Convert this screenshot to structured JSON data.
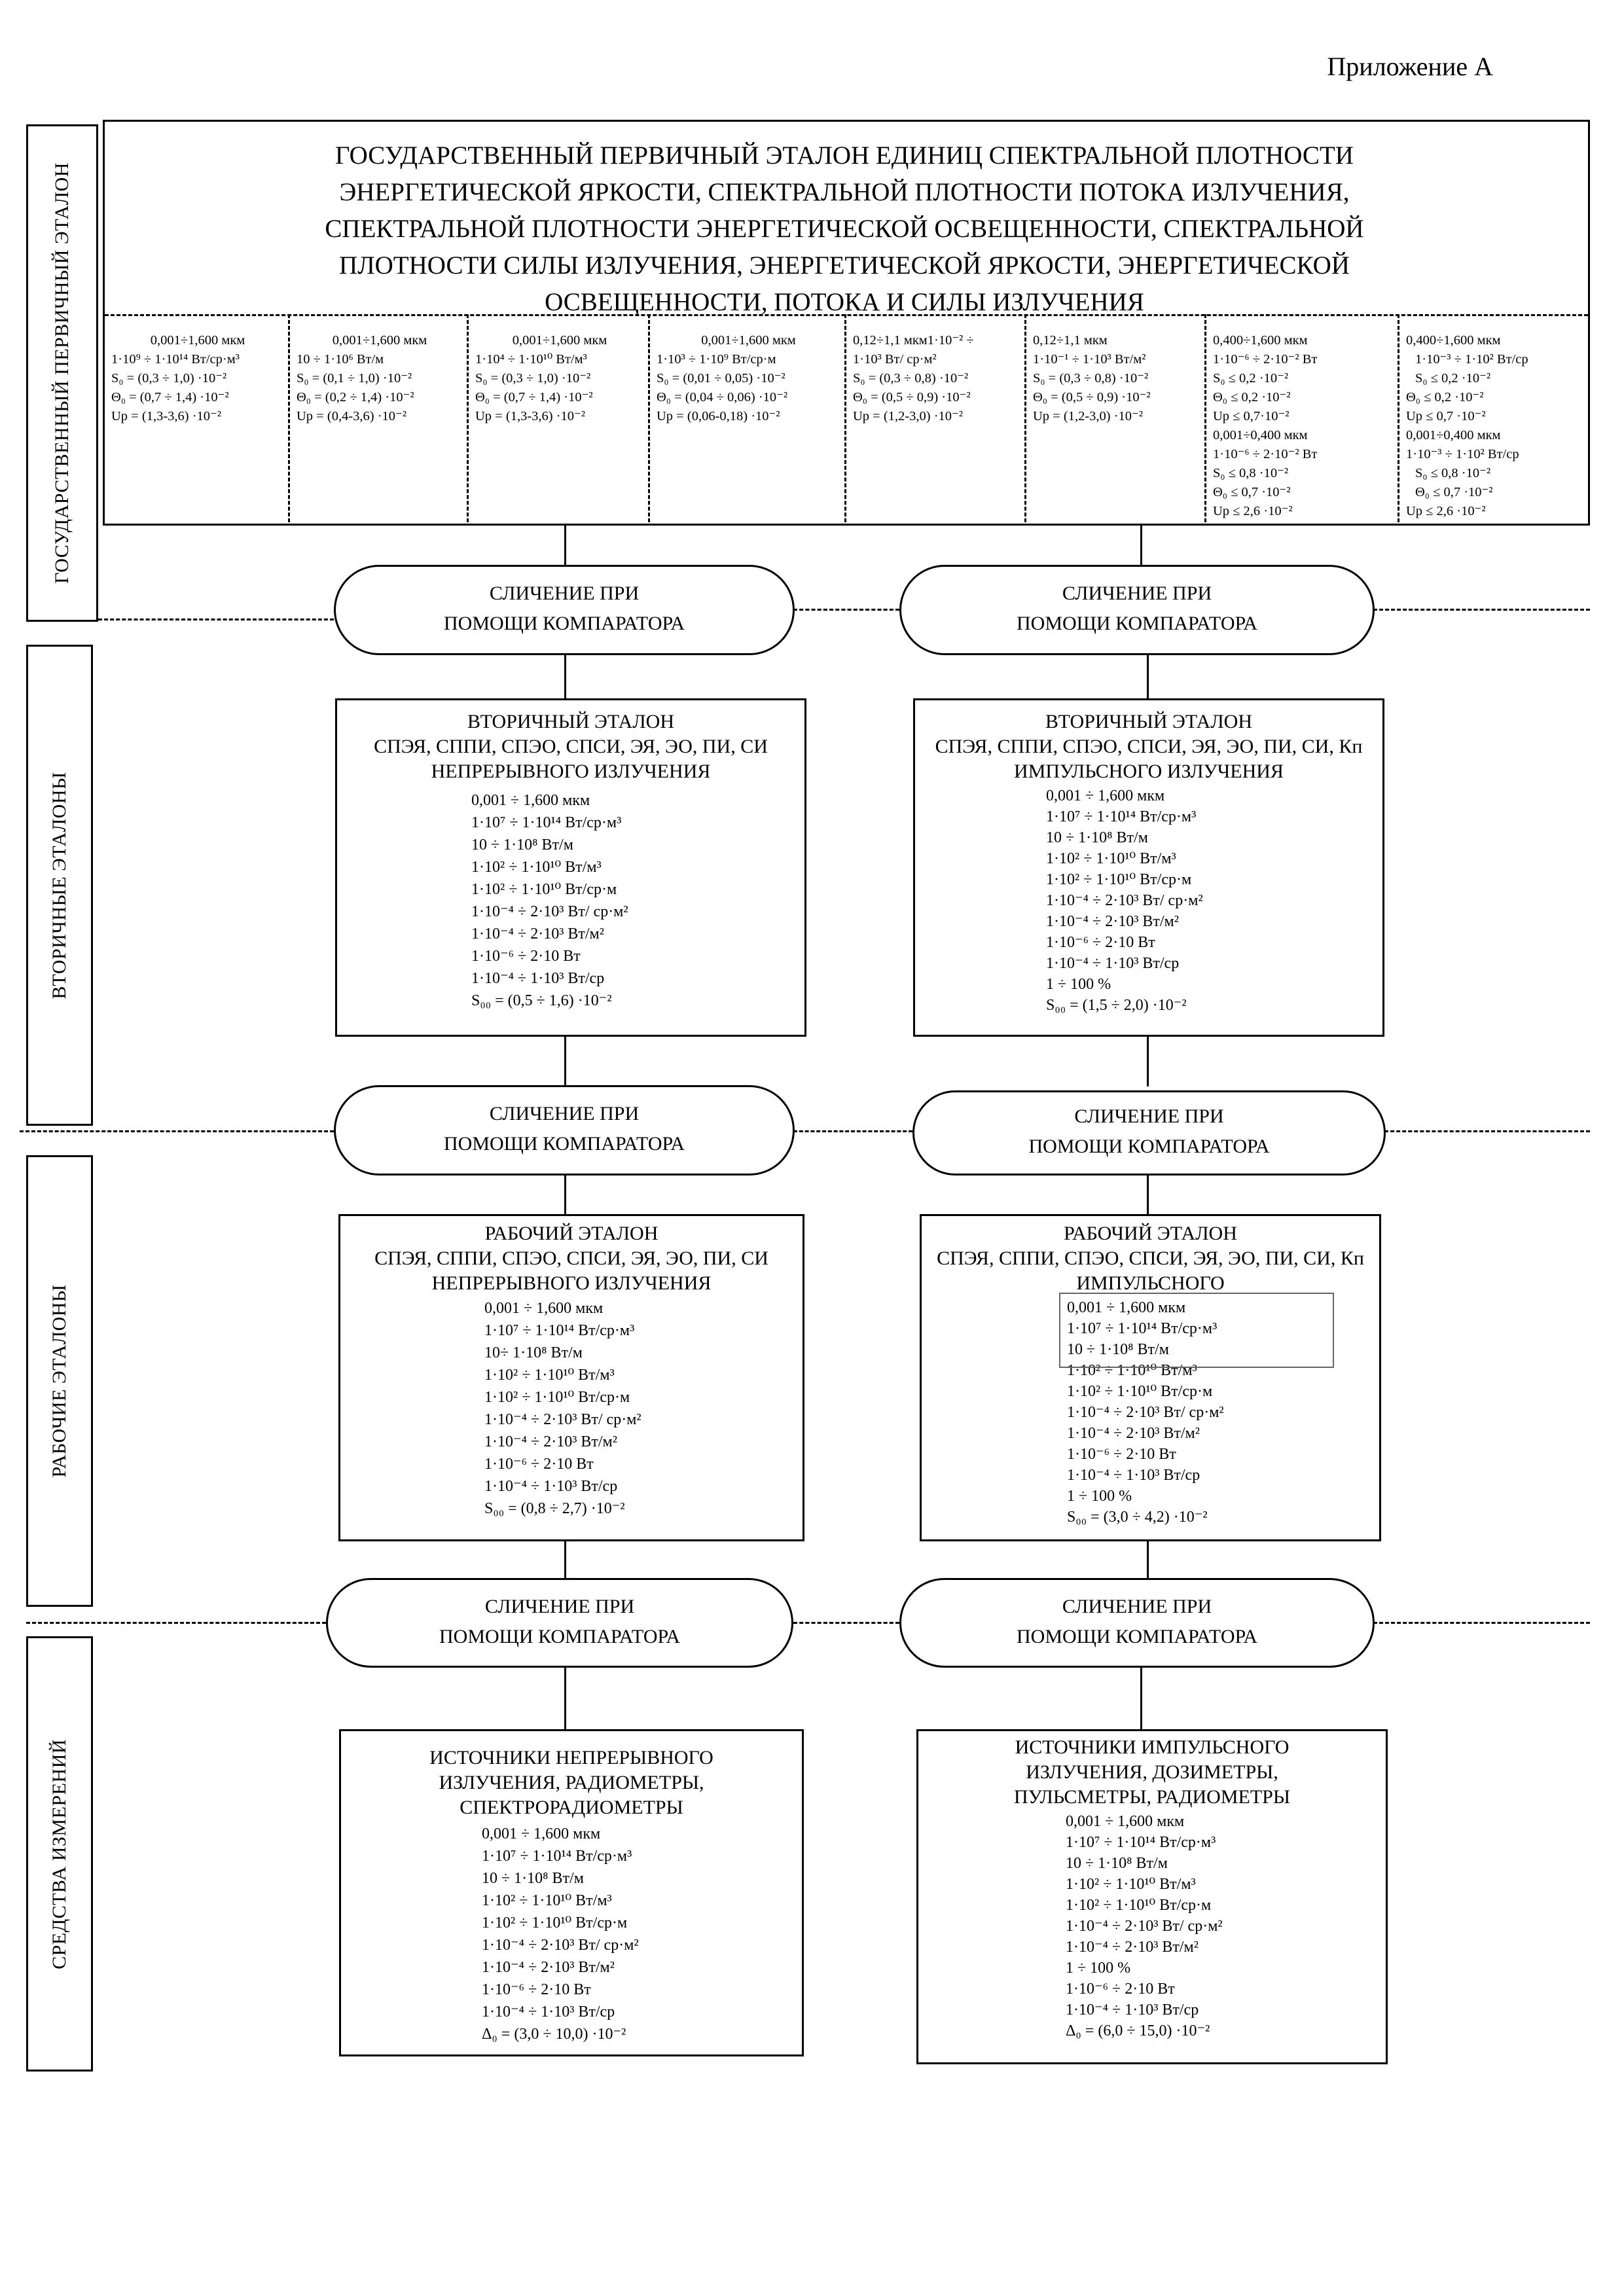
{
  "appendix": "Приложение А",
  "side_labels": {
    "primary": "ГОСУДАРСТВЕННЫЙ ПЕРВИЧНЫЙ ЭТАЛОН",
    "secondary": "ВТОРИЧНЫЕ ЭТАЛОНЫ",
    "working": "РАБОЧИЕ ЭТАЛОНЫ",
    "instruments": "СРЕДСТВА ИЗМЕРЕНИЙ"
  },
  "primary": {
    "title_lines": [
      "ГОСУДАРСТВЕННЫЙ ПЕРВИЧНЫЙ ЭТАЛОН ЕДИНИЦ СПЕКТРАЛЬНОЙ ПЛОТНОСТИ",
      "ЭНЕРГЕТИЧЕСКОЙ ЯРКОСТИ, СПЕКТРАЛЬНОЙ ПЛОТНОСТИ ПОТОКА ИЗЛУЧЕНИЯ,",
      "СПЕКТРАЛЬНОЙ ПЛОТНОСТИ ЭНЕРГЕТИЧЕСКОЙ ОСВЕЩЕННОСТИ, СПЕКТРАЛЬНОЙ",
      "ПЛОТНОСТИ СИЛЫ ИЗЛУЧЕНИЯ, ЭНЕРГЕТИЧЕСКОЙ ЯРКОСТИ, ЭНЕРГЕТИЧЕСКОЙ",
      "ОСВЕЩЕННОСТИ, ПОТОКА И СИЛЫ ИЗЛУЧЕНИЯ"
    ],
    "columns": [
      {
        "range": "0,001÷1,600 мкм",
        "unit": "1·10⁹ ÷ 1·10¹⁴ Вт/ср·м³",
        "s": "S₀ = (0,3 ÷ 1,0) ·10⁻²",
        "theta": "Θ₀ = (0,7 ÷ 1,4) ·10⁻²",
        "up": "Up = (1,3-3,6) ·10⁻²"
      },
      {
        "range": "0,001÷1,600 мкм",
        "unit": "10 ÷ 1·10⁶ Вт/м",
        "s": "S₀ = (0,1 ÷ 1,0) ·10⁻²",
        "theta": "Θ₀ = (0,2 ÷ 1,4) ·10⁻²",
        "up": "Up = (0,4-3,6) ·10⁻²"
      },
      {
        "range": "0,001÷1,600 мкм",
        "unit": "1·10⁴ ÷ 1·10¹⁰ Вт/м³",
        "s": "S₀ = (0,3 ÷ 1,0) ·10⁻²",
        "theta": "Θ₀ = (0,7 ÷ 1,4) ·10⁻²",
        "up": "Up = (1,3-3,6) ·10⁻²"
      },
      {
        "range": "0,001÷1,600 мкм",
        "unit": "1·10³ ÷ 1·10⁹ Вт/ср·м",
        "s": "S₀ = (0,01 ÷ 0,05) ·10⁻²",
        "theta": "Θ₀ = (0,04 ÷ 0,06) ·10⁻²",
        "up": "Up = (0,06-0,18) ·10⁻²"
      },
      {
        "range": "0,12÷1,1 мкм1·10⁻² ÷",
        "unit": "1·10³ Вт/ ср·м²",
        "s": "S₀ = (0,3 ÷ 0,8) ·10⁻²",
        "theta": "Θ₀ = (0,5 ÷ 0,9) ·10⁻²",
        "up": "Up = (1,2-3,0) ·10⁻²"
      },
      {
        "range": "0,12÷1,1 мкм",
        "unit": "1·10⁻¹ ÷ 1·10³ Вт/м²",
        "s": "S₀ = (0,3 ÷ 0,8) ·10⁻²",
        "theta": "Θ₀ = (0,5 ÷ 0,9) ·10⁻²",
        "up": "Up = (1,2-3,0) ·10⁻²"
      },
      {
        "range": "0,400÷1,600 мкм",
        "unit": "1·10⁻⁶ ÷ 2·10⁻² Вт",
        "s": "S₀ ≤ 0,2 ·10⁻²",
        "theta": "Θ₀ ≤ 0,2 ·10⁻²",
        "up": "Up ≤ 0,7·10⁻²",
        "range2": "0,001÷0,400 мкм",
        "unit2": "1·10⁻⁶ ÷ 2·10⁻² Вт",
        "s2": "S₀ ≤ 0,8 ·10⁻²",
        "theta2": "Θ₀ ≤ 0,7 ·10⁻²",
        "up2": "Up ≤ 2,6 ·10⁻²"
      },
      {
        "range": "0,400÷1,600 мкм",
        "unit": "1·10⁻³ ÷ 1·10² Вт/ср",
        "s": "S₀ ≤ 0,2 ·10⁻²",
        "theta": "Θ₀ ≤ 0,2 ·10⁻²",
        "up": "Up ≤ 0,7 ·10⁻²",
        "range2": "0,001÷0,400 мкм",
        "unit2": "1·10⁻³ ÷ 1·10² Вт/ср",
        "s2": "S₀ ≤ 0,8 ·10⁻²",
        "theta2": "Θ₀ ≤ 0,7 ·10⁻²",
        "up2": "Up ≤ 2,6 ·10⁻²"
      }
    ]
  },
  "comparator": [
    "СЛИЧЕНИЕ ПРИ",
    "ПОМОЩИ КОМПАРАТОРА"
  ],
  "secondary_cont": {
    "title": [
      "ВТОРИЧНЫЙ ЭТАЛОН",
      "СПЭЯ, СППИ, СПЭО, СПСИ, ЭЯ, ЭО, ПИ, СИ",
      "НЕПРЕРЫВНОГО ИЗЛУЧЕНИЯ"
    ],
    "values": [
      "0,001 ÷ 1,600 мкм",
      "1·10⁷ ÷ 1·10¹⁴ Вт/ср·м³",
      "10 ÷ 1·10⁸ Вт/м",
      "1·10² ÷ 1·10¹⁰ Вт/м³",
      "1·10² ÷ 1·10¹⁰ Вт/ср·м",
      "1·10⁻⁴ ÷ 2·10³ Вт/ ср·м²",
      "1·10⁻⁴ ÷ 2·10³ Вт/м²",
      "1·10⁻⁶ ÷ 2·10 Вт",
      "1·10⁻⁴ ÷ 1·10³ Вт/ср",
      "S₀₀ = (0,5 ÷ 1,6) ·10⁻²"
    ]
  },
  "secondary_pulse": {
    "title": [
      "ВТОРИЧНЫЙ ЭТАЛОН",
      "СПЭЯ, СППИ, СПЭО, СПСИ, ЭЯ, ЭО, ПИ, СИ, Кп",
      "ИМПУЛЬСНОГО ИЗЛУЧЕНИЯ"
    ],
    "values": [
      "0,001 ÷ 1,600 мкм",
      "1·10⁷ ÷ 1·10¹⁴ Вт/ср·м³",
      "10 ÷ 1·10⁸ Вт/м",
      "1·10² ÷ 1·10¹⁰ Вт/м³",
      "1·10² ÷ 1·10¹⁰ Вт/ср·м",
      "1·10⁻⁴ ÷ 2·10³ Вт/ ср·м²",
      "1·10⁻⁴ ÷ 2·10³ Вт/м²",
      "1·10⁻⁶ ÷ 2·10 Вт",
      "1·10⁻⁴ ÷ 1·10³ Вт/ср",
      "1 ÷ 100 %",
      "S₀₀ = (1,5 ÷ 2,0) ·10⁻²"
    ]
  },
  "working_cont": {
    "title": [
      "РАБОЧИЙ ЭТАЛОН",
      "СПЭЯ, СППИ, СПЭО, СПСИ, ЭЯ, ЭО, ПИ, СИ",
      "НЕПРЕРЫВНОГО ИЗЛУЧЕНИЯ"
    ],
    "values": [
      "0,001 ÷ 1,600 мкм",
      "1·10⁷ ÷ 1·10¹⁴ Вт/ср·м³",
      "10÷ 1·10⁸ Вт/м",
      "1·10² ÷ 1·10¹⁰ Вт/м³",
      "1·10² ÷ 1·10¹⁰ Вт/ср·м",
      "1·10⁻⁴ ÷ 2·10³ Вт/ ср·м²",
      "1·10⁻⁴ ÷ 2·10³ Вт/м²",
      "1·10⁻⁶ ÷ 2·10 Вт",
      "1·10⁻⁴ ÷ 1·10³ Вт/ср",
      "S₀₀ = (0,8 ÷ 2,7) ·10⁻²"
    ]
  },
  "working_pulse": {
    "title": [
      "РАБОЧИЙ ЭТАЛОН",
      "СПЭЯ, СППИ, СПЭО, СПСИ, ЭЯ, ЭО, ПИ, СИ, Кп",
      "ИМПУЛЬСНОГО"
    ],
    "values": [
      "0,001 ÷ 1,600 мкм",
      "1·10⁷ ÷ 1·10¹⁴ Вт/ср·м³",
      "10 ÷ 1·10⁸ Вт/м",
      "1·10² ÷ 1·10¹⁰ Вт/м³",
      "1·10² ÷ 1·10¹⁰ Вт/ср·м",
      "1·10⁻⁴ ÷ 2·10³ Вт/ ср·м²",
      "1·10⁻⁴ ÷ 2·10³ Вт/м²",
      "1·10⁻⁶ ÷ 2·10 Вт",
      "1·10⁻⁴ ÷ 1·10³ Вт/ср",
      "1 ÷ 100 %",
      "S₀₀ = (3,0 ÷ 4,2) ·10⁻²"
    ]
  },
  "instr_cont": {
    "title": [
      "ИСТОЧНИКИ НЕПРЕРЫВНОГО",
      "ИЗЛУЧЕНИЯ, РАДИОМЕТРЫ,",
      "СПЕКТРОРАДИОМЕТРЫ"
    ],
    "values": [
      "0,001 ÷ 1,600 мкм",
      "1·10⁷ ÷ 1·10¹⁴ Вт/ср·м³",
      "10 ÷ 1·10⁸ Вт/м",
      "1·10² ÷ 1·10¹⁰ Вт/м³",
      "1·10² ÷ 1·10¹⁰ Вт/ср·м",
      "1·10⁻⁴ ÷ 2·10³ Вт/ ср·м²",
      "1·10⁻⁴ ÷ 2·10³ Вт/м²",
      "1·10⁻⁶ ÷ 2·10 Вт",
      "1·10⁻⁴ ÷ 1·10³ Вт/ср",
      "Δ₀ = (3,0 ÷ 10,0) ·10⁻²"
    ]
  },
  "instr_pulse": {
    "title": [
      "ИСТОЧНИКИ ИМПУЛЬСНОГО",
      "ИЗЛУЧЕНИЯ, ДОЗИМЕТРЫ,",
      "ПУЛЬСМЕТРЫ, РАДИОМЕТРЫ"
    ],
    "values": [
      "0,001 ÷ 1,600 мкм",
      "1·10⁷ ÷ 1·10¹⁴ Вт/ср·м³",
      "10 ÷ 1·10⁸ Вт/м",
      "1·10² ÷ 1·10¹⁰ Вт/м³",
      "1·10² ÷ 1·10¹⁰ Вт/ср·м",
      "1·10⁻⁴ ÷ 2·10³ Вт/ ср·м²",
      "1·10⁻⁴ ÷ 2·10³ Вт/м²",
      "1 ÷ 100 %",
      "1·10⁻⁶ ÷ 2·10 Вт",
      "1·10⁻⁴ ÷ 1·10³ Вт/ср",
      "Δ₀ = (6,0 ÷ 15,0) ·10⁻²"
    ]
  }
}
